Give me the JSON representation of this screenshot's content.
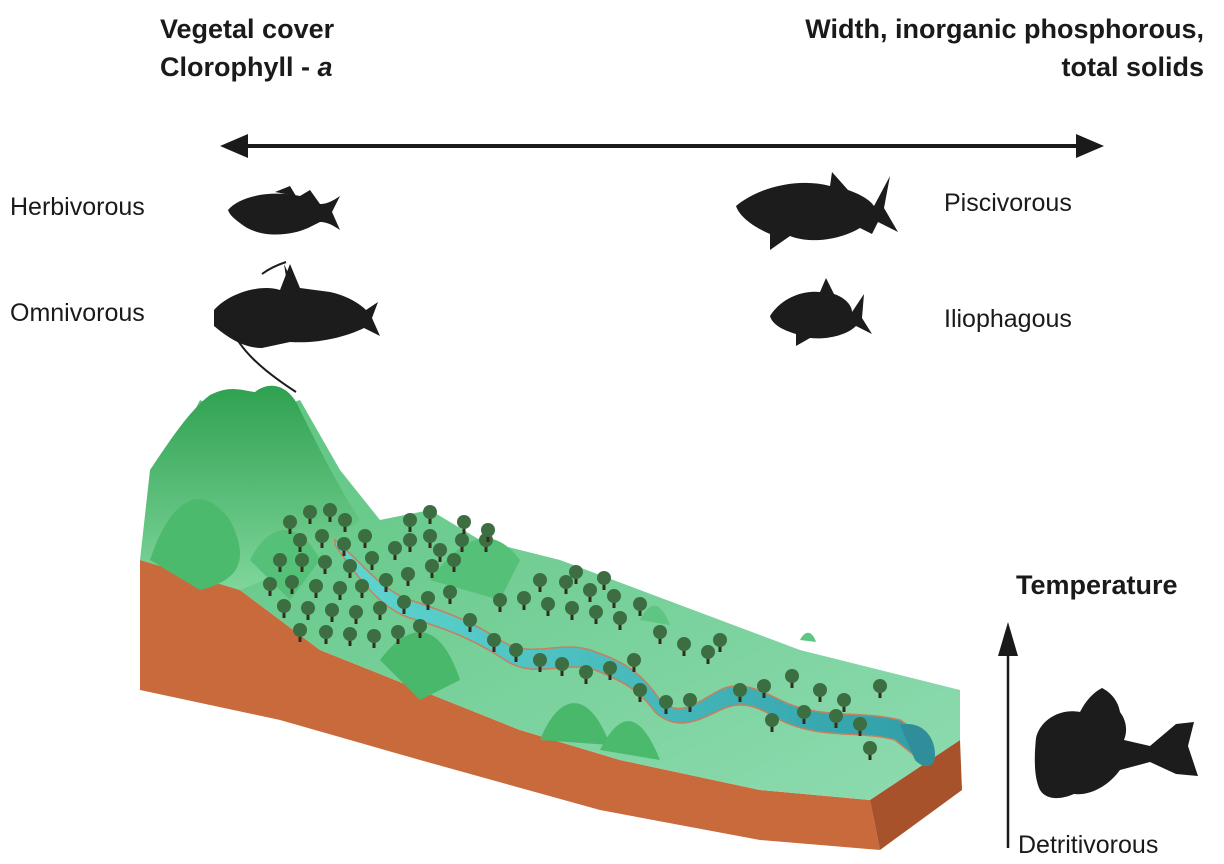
{
  "gradient_left": {
    "line1": "Vegetal cover",
    "line2_prefix": "Clorophyll - ",
    "line2_italic": "a"
  },
  "gradient_right": {
    "line1": "Width, inorganic phosphorous,",
    "line2": "total solids"
  },
  "guilds": {
    "herbivorous": "Herbivorous",
    "omnivorous": "Omnivorous",
    "piscivorous": "Piscivorous",
    "iliophagous": "Iliophagous",
    "detritivorous": "Detritivorous"
  },
  "temperature_label": "Temperature",
  "colors": {
    "soil": "#c96a3c",
    "soil_dark": "#a8522b",
    "land_top": "#7fd4a0",
    "hill": "#3fb35e",
    "river": "#3cc0c4",
    "tree": "#3d6e42",
    "fish": "#1c1c1c"
  }
}
